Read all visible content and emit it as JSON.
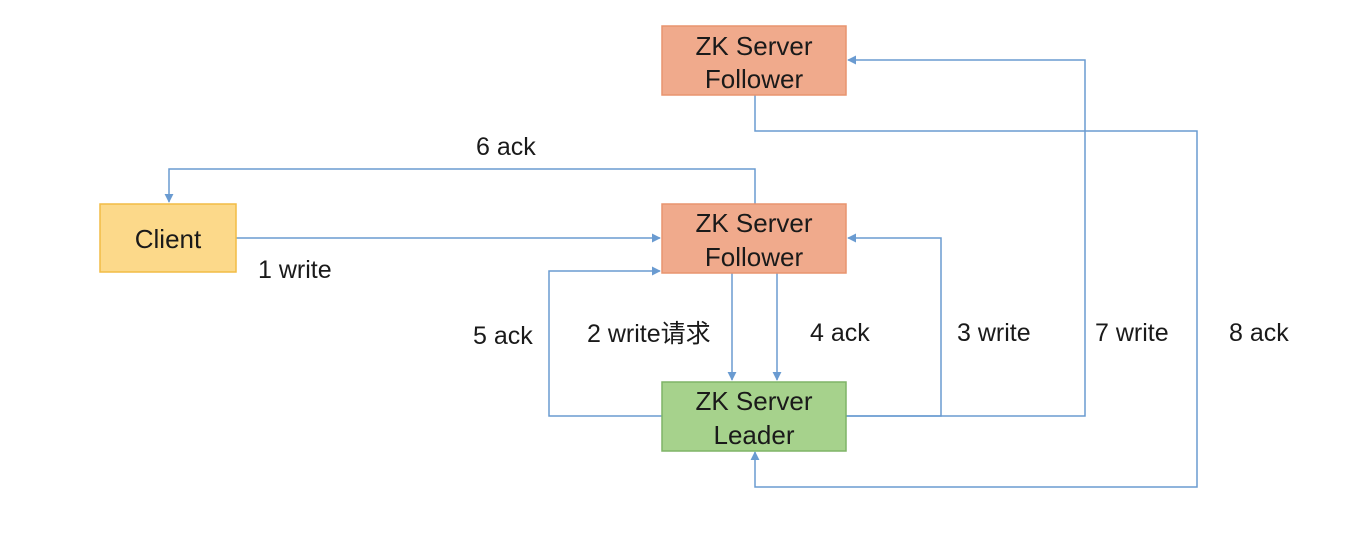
{
  "colors": {
    "client_fill": "#fcd98a",
    "client_stroke": "#f2bc45",
    "follower_fill": "#f0aa8c",
    "follower_stroke": "#e8946e",
    "leader_fill": "#a6d28c",
    "leader_stroke": "#7fb466",
    "edge": "#6a9bd1"
  },
  "nodes": {
    "client": {
      "label": "Client"
    },
    "follower_top": {
      "line1": "ZK Server",
      "line2": "Follower"
    },
    "follower_mid": {
      "line1": "ZK Server",
      "line2": "Follower"
    },
    "leader": {
      "line1": "ZK Server",
      "line2": "Leader"
    }
  },
  "edges": {
    "e1": {
      "label": "1 write"
    },
    "e2": {
      "label": "2 write请求"
    },
    "e3": {
      "label": "3 write"
    },
    "e4": {
      "label": "4 ack"
    },
    "e5": {
      "label": "5 ack"
    },
    "e6": {
      "label": "6 ack"
    },
    "e7": {
      "label": "7 write"
    },
    "e8": {
      "label": "8 ack"
    }
  }
}
